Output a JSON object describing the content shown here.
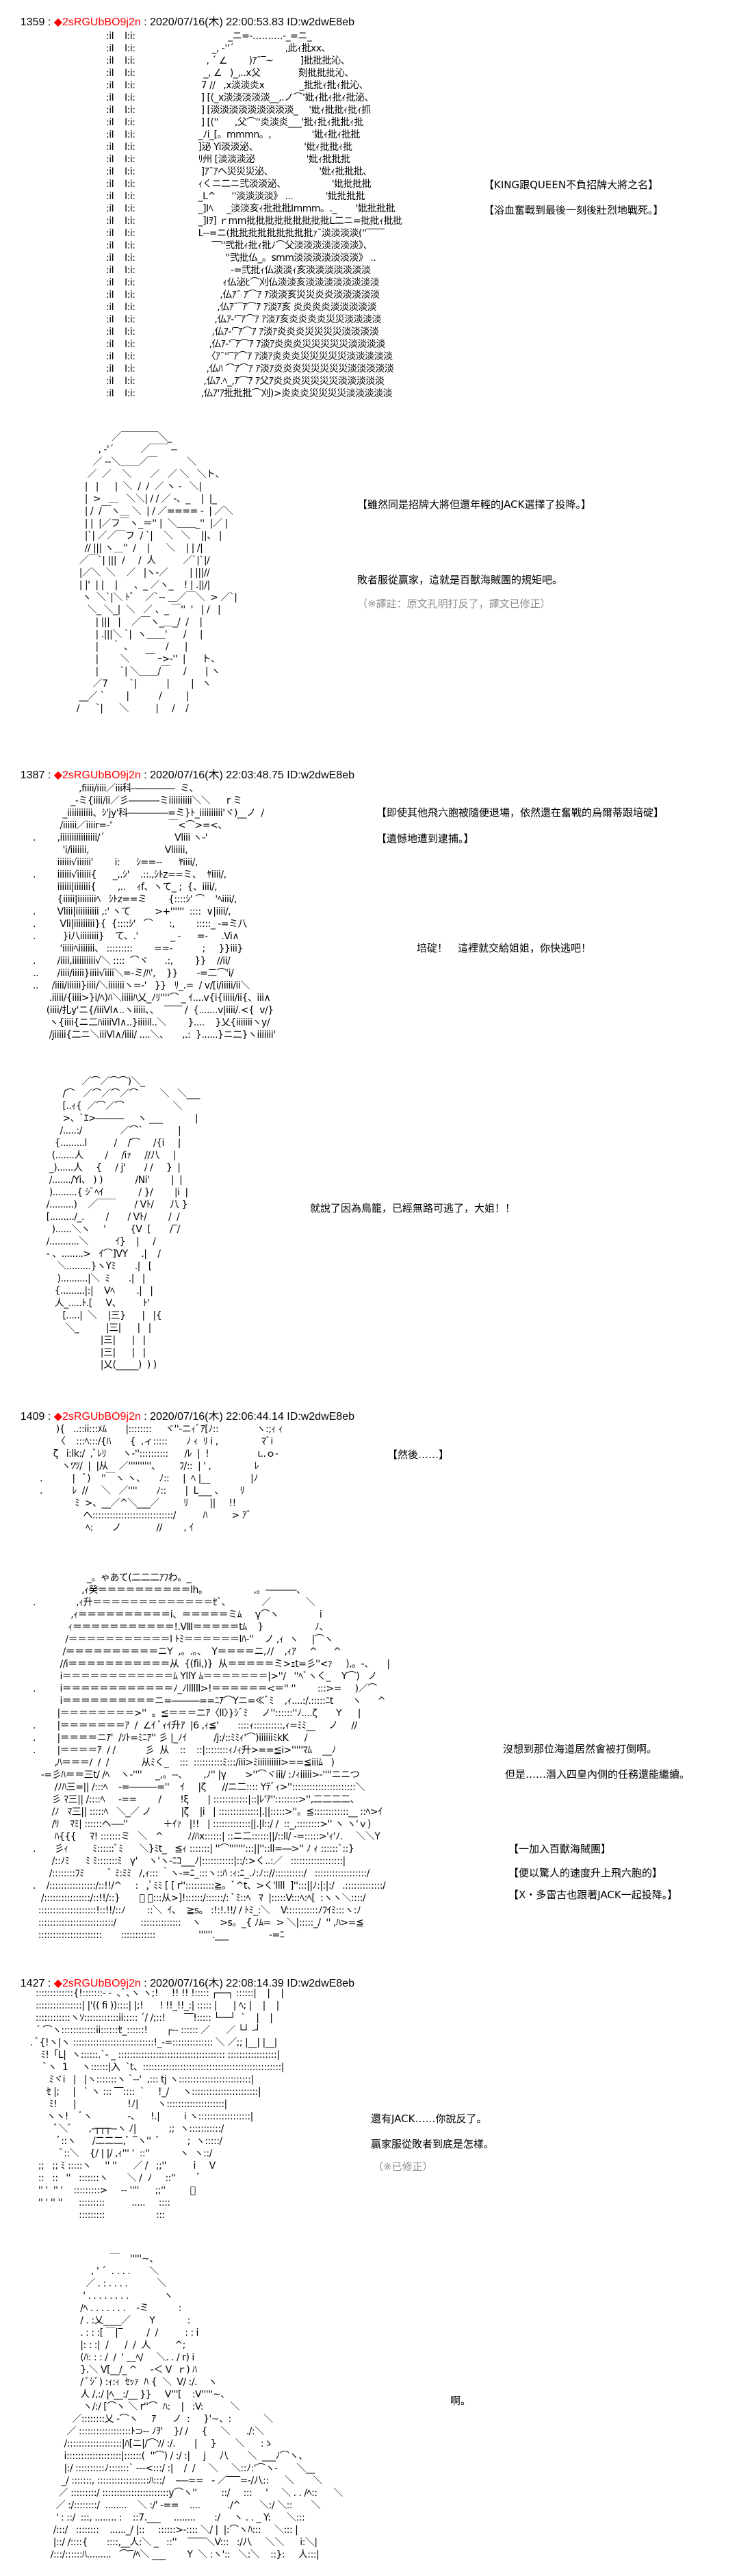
{
  "colors": {
    "trip": "#ff0000",
    "note": "#8c8c8c",
    "text": "#000000",
    "background": "#ffffff"
  },
  "posts": [
    {
      "number": "1359",
      "sep1": " : ",
      "trip": "◆2sRGUbBO9j2n",
      "sep2": " : ",
      "date": "2020/07/16(木) 22:00:53.83",
      "sep3": " ",
      "id": "ID:w2dwE8eb",
      "column_art": [
        ":iI    I:i:",
        ":iI    I:i:",
        ":iI    I:i:",
        ":iI    I:i:",
        ":iI    I:i:",
        ":iI    I:i:",
        ":iI    I:i:",
        ":iI    I:i:",
        ":iI    I:i:",
        ":iI    I:i:",
        ":iI    I:i:",
        ":iI    I:i:",
        ":iI    I:i:",
        ":iI    I:i:",
        ":iI    I:i:",
        ":iI    I:i:",
        ":iI    I:i:",
        ":iI    I:i:",
        ":iI    I:i:",
        ":iI    I:i:",
        ":iI    I:i:",
        ":iI    I:i:",
        ":iI    I:i:",
        ":iI    I:i:",
        ":iI    I:i:",
        ":iI    I:i:",
        ":iI    I:i:",
        ":iI    I:i:",
        ":iI    I:i:",
        ":iI    I:i:"
      ],
      "art_1": [
        "                  _ニ=-‥‥‥‥‥-_=ニ_",
        "            _, -''´                   ,此ｨ批xx、",
        "          , ´ ∠        )ｱ¯‾~          ]批批批沁、",
        "         _, ∠   )_,..x父              刻批批批沁、",
        "        7 //   ,x淡淡炎x             _批批ｨ批ｨ批沁、",
        "        ] [(_x淡淡淡淡淡__,.ノ⌒'妣ｨ批ｨ批ｨ批泌、",
        "        ] [淡淡淡淡淡淡淡淡淡_    '妣ｨ批批ｨ批ｨ抓",
        "        ] [(''      ,父⌒''炎淡炎___'批ｨ批ｨ批批ｨ批",
        "       _ﾉi_[。mmmn。,               '妣ｨ批ｨ批批",
        "       ]泌 Yi淡淡泌、                 '妣ｨ批批ｨ批",
        "       ﾘ州 [淡淡淡泌                   '妣ｨ批批批",
        "        ]ｱ¯ｱヘ災災災泌、                 '妣ｨ批批批、",
        "       ｨくニ二ニ弐淡淡泌、                 '妣批批批",
        "       _L^      ''淡淡淡淡》 ...            '妣批批批",
        "       _]Iﾍ     _淡淡亥ｨ批批批Immm。._       '妣批批批",
        "       _]Iｦ] ｒmm批批批批批批批批批L二ニ=批批ｨ批批",
        "       L--=ニ(批批批批批批批批批ｧ¯淡淡淡淡(''‾‾‾‾",
        "            ‾‾''弐批ｨ批ｨ批ﾉ⌒父淡淡淡淡淡淡淡》、",
        "                 ''弐批仏_。smm淡淡淡淡淡淡淡》 ..",
        "                   -=弐批ｨ仏淡淡ｨ亥淡淡淡淡淡淡淡",
        "                ｨ仏泌ﾋ⌒刈仏淡淡亥淡淡淡淡淡淡淡淡",
        "               ,仏ｱ¯ ｱ⌒ｱ ｱ淡淡亥災災炎炎淡淡淡淡淡",
        "              ,仏ｱ¯‾ｱ⌒ｱ ｱ淡ｱ亥 炎炎炎炎淡淡淡淡淡",
        "             ,仏ｱ-'‾ｱ⌒ｱ ｱ淡ｱ亥炎炎炎炎災災淡淡淡淡",
        "            ,仏ｱ-'‾ｱ⌒ｱ ｱ淡ｱ炎炎炎災災災災淡淡淡淡",
        "           ,仏ｱ-'‾ｱ⌒ｱ ｱ淡ｱ炎炎炎災災災災災淡淡淡淡",
        "          〈ｱ¯''‾ｱ⌒ｱ ｱ淡ｱ炎炎炎災災災災災淡淡淡淡淡",
        "          ,仏ﾊ ⌒ｱ⌒ｱ ｱ淡ｱ炎炎炎災災災災災淡淡淡淡淡",
        "         ,仏ｱ.ﾍ_,ｱ⌒ｱ ｱ父ｱ炎炎炎災災災災淡淡淡淡淡",
        "        ,仏ｱ'ｱ批批批⌒刈)>炎炎炎災災災災淡淡淡淡淡"
      ],
      "caption_1": "【KING跟QUEEN不負招牌大將之名】",
      "caption_2": "【浴血奮戰到最後一刻後壯烈地戰死。】",
      "art_2": [
        "                ／￣￣￣￣＼_",
        "           , -'´          ／￣￣ ‐-",
        "         ／ ‐-＼＿＿／￣           ＼",
        "       ／  ／    ＼       ／   ／ ＼   ＼ト、",
        "      |   |      |  ＼  /  /  ／ ヽ ‐   ＼|",
        "      |  >   ＿   ＼＼| / / ／ ‐、_    |  |_",
        "      | /  /￣ヽ＿ ＼  | / ／==== ‐  | ／＼",
        "      | |  |／フ￣ヽ_＝'' |  ＼＿＿_''  |／ |",
        "      |`| ／／￣フ  / `|    ＼   ＼    ||、 |",
        "      // ||| ヽ＿''  /    |      ＼    | | /|",
        "    ／￣`| |||  /     /  人          ／`|`|/",
        "    |／＼  ＼    ／   |ヽ-／        | |||//",
        "    | |'  | |    |      、_ ／ヽ_    ! | .||/|",
        "     ヽ  ＼`|＼ ﾄﾞ    ／`‐- ＿／￣＼  > ／`|",
        "       ＼_ ＼_|  ＼   ／ 、_ ￣''  '   | /   |",
        "          | |||   |    ／￣ヽ_＿_/  /    |",
        "          | .|||＼ `|  ヽ＿＿'      /     |",
        "          |     ｀ 、            /      |",
        "          |        ＼      ￣ ｰ>-''  |      ト、",
        "          |        `| ＼＿＿/￣     /       | ヽ",
        "         ／7        `|           |        |   ヽ",
        "    __／ `        |           /         |",
        "   /      `|      ＼          |     /    /"
      ],
      "caption_3": "【雖然同是招牌大將但還年輕的JACK選擇了投降。】",
      "line_1": "敗者服從贏家，這就是百獸海賊團的規矩吧。",
      "note_1": "（※譯註：原文孔明打反了，譯文已修正）"
    },
    {
      "number": "1387",
      "sep1": " : ",
      "trip": "◆2sRGUbBO9j2n",
      "sep2": " : ",
      "date": "2020/07/16(木) 22:03:48.75",
      "sep3": " ",
      "id": "ID:w2dwE8eb",
      "art_1": [
        "                 ,fiiii/iiii／iii科-‐――――  ミ、",
        "              _‐ミ{iiii/ii／彡―――‐ミiiiiiiiiii＼＼      r ミ",
        "           _iiiiiiiiiii、ｼ'jy'科‐――――=ミ}ﾄ_iiiiiiiiii'ヾ)__ノ  /",
        "          /iiiiii／iiiir=‐'                     ￣<⌒>=<、",
        ".        ,iiiiiiiiiiiiiiii/´                          Vliii ヽ‐'",
        "           'i/iiiiiii,                            Vliiiii,",
        "         iiiiii√iiiiii'        i:      ｼ==‐‐      ﾔiiii/,",
        ".        iiiiii√iiiiii{      _,.ｼ'    .::.,ｼﾄz==ミ、  ﾔiiii/,",
        "         iiiiii|iiiiiii{        ,..    ｨf、ヽて_ ;  {、iiii/,",
        "         {iiiii|iiiiiiiiﾍ   ｼﾄz==ミ        {::::ｼ' ⌒    'ﾍiiii/,",
        ".        Vliii|iiiiiiiiii ,:' ヽて         >+''''''  ::::  ∨|iiii/,",
        ".         Vli|iiiiiiiii}{  {::::ｼ'   ⌒      :,        :::::_ ‐=ミ八",
        ".          }i八iiiiiiii}    て、.'            _ ‐      =‐     .Vi∧",
        "          'iiiiiﾍiiiiiii、 :::::::::        ==‐           ;     }}iii}",
        ".        /iiii,iiiiiiiiii√＼ ::::  ⌒ヾ      .:,        }}    //ii/",
        "..       /iiii/iiiii}iiii√iiii＼=‐ミ/ﾊ',    }}       -=二⌒'i/",
        "..     /iiii/iiiiii}iiii/＼iiiiiiiヽ=‐'   }}   ﾘ_.=  / v/[i/iiiii/ii＼",
        "      .iiiii/{iiii>}i/ﾍ)ﾊ＼iiiiiﾊ乂_ﾉﾘ''''⌒ _ ｲ....v{i{iiiii/ii{、iii∧",
        "     (iiii/扎y'ニ{/iiiVl∧..ヽiiiii、、  ‾‾‾‾ /  {.......v|iiii/.<{  v/}",
        "      ヽ{iiii{ニ二ﾊiiiiVl∧..}iiiiil..＼        }....    }乂{iiiiiiiヽy/",
        "      /jiiiii{二ニ＼iiiVl∧/iiii/ ....＼、     ,.:  }......}ニ二}ヽiiiiiii'"
      ],
      "caption_1": "【即使其他飛六胞被隨便退場，依然還在奮戰的烏爾蒂跟培碇】",
      "caption_2": "【遺憾地遭到逮捕。】",
      "line_1": "培碇！　這裡就交給姐姐，你快逃吧！",
      "art_2": [
        "                  ／⌒／⌒⌒)＼_",
        "           /⌒   ／⌒／⌒／⌒        ＼   ＼___",
        "           [..ｨ{  ／⌒／⌒                  ＼",
        "           >、`ｴ>―――     ヽ ___            |",
        "          /.....:/              ／⌒`             |",
        "        {.........l          /    /⌒     /{i     |",
        "       (.......人        /     /iｧ     //八     |",
        "      _)......人     {     / j'       / /     }  |",
        "      /......./Yi、 ) )            /Ni'        |  |",
        "      ).........{ ｼﾞﾍｲ             / }/        |i  |",
        "     /.........)    ／￣￣       / Vﾄ/      八 }",
        "     [........./_.        /       / Vﾄ/        /  /",
        "       )......＼ヽ     '         {V  [       /‾/",
        "     /...........＼          ｲ}    |     /",
        "     ‐ 、........>   ｲ⌒]VY     .|    /",
        "         ＼.........}ヽYﾐ       .|   [",
        "         )..........|＼  ﾐ       .|   |",
        "        {.........|:|    Vﾍ        .|   |",
        "        人_.....ﾄ.[     V、        ﾄ'",
        "           [.....|  ＼    |三}      |   |{",
        "            ＼_          |三|      |   |",
        "                         |三|      |   |",
        "                         |三|      |   |",
        "                         |乂(_____)  ) )"
      ],
      "line_2": "就說了因為鳥籠，已經無路可逃了，大姐！！"
    },
    {
      "number": "1409",
      "sep1": " : ",
      "trip": "◆2sRGUbBO9j2n",
      "sep2": " : ",
      "date": "2020/07/16(木) 22:06:44.14",
      "sep3": " ",
      "id": "ID:w2dwE8eb",
      "art_1": [
        "      ){   ..::ii:::ﾒﾑ       |::::::::     ヾ''‐ニｨﾞｱ[ﾉ::              ヽ:;ｨ ｨ",
        "      〈    :::ﾍ:::/{ﾊ       {  ,ィ:::::       ﾉ ｨ  ﾘ i ,                ﾏﾞi",
        "     ζ   i:lk:/  ,ﾞﾚﾘ      ヽ‐''::::::::::      /ﾚ  |  !                  ι..ｏ‐",
        "        ヽﾂﾂ/  |  |从    ／''''''''''、       ﾌ/::  | ' ,                ﾚ",
        ".           |   ﾞ)    ''￣ヽ ヽ、     ﾉ::     |  ﾍ |__               |ﾉ",
        ".           ﾚ  //     ＼   ／''''       ﾉ::       |  L___ 、      ﾘ",
        "             ﾐ  >、__／^＼___／         ﾘ        ||     !!",
        "                ヘ::::::::::::::::::::::::::::/          ﾊ         > ｱﾞ",
        "                 ﾍ:       ノ             //        , ｲ"
      ],
      "caption_1": "【然後……】",
      "art_2": [
        "                    _。ゃあて(二二二ｱﾌわ。_",
        "                  ,ｨ癸＝＝＝＝＝＝＝＝＝＝lh。                 ,。-―――、",
        ".               ,ｨ升＝＝＝＝＝＝＝＝＝＝＝＝＝ｾﾞ､             ／             ＼",
        "              ,ｨ＝＝＝＝＝＝＝＝＝＝i、＝＝＝＝＝ミﾑ     γ⌒ヽ               i",
        "             ｨ＝＝＝＝＝＝＝＝＝＝＝!.VⅢ＝＝＝＝＝tﾑ    }                   ﾉ、",
        "            /＝＝＝＝＝＝＝＝＝＝＝l ﾄﾐ＝＝＝＝＝＝lﾊ‐''    ノ ,ｨ  ヽ     |⌒ヽ",
        "           /＝＝＝＝＝＝＝＝＝＝ニY  ,。.。、  Y＝＝＝＝ニ,ﾉ/    ,ｨｱ     ^      ^",
        "          //i＝＝＝＝＝＝＝＝＝＝＝从  {(fii,)}  从＝＝＝＝＝ミ>ｪt=彡''<ｧ     ),。-、     |",
        "          i＝＝＝＝＝＝＝＝＝＝＝＝ﾑ YllY ﾑ＝＝＝＝＝＝＝|>''/   ''ﾍﾞヽく_    Y⌒)   ノ",
        ".         i＝＝＝＝＝＝＝＝＝＝＝＝ﾉ_ﾉllllll>!＝＝＝＝＝＝<＝'' ''        :::>=     )／⌒",
        "          i＝＝＝＝＝＝＝＝＝＝ニ=―――==ﾆｱ⌒Yニ=≪ﾞﾐ    ,ｨ....:/.:::::ﾆt       ヽ      ^",
        "         |＝＝＝＝＝＝＝＝>''  。≦＝＝＝ニｱ〈ll〉}ｼﾞﾐ     ノ''::::::''ﾉ....ζ       Y      |",
        ".        |＝＝＝＝＝＝＝ｱ  /  ∠ｲ ﾞｨｲ升ｱ  |6 ,ｨ≦'       ::::ｨ::::::::::,ｨ=ﾐﾐ__     ノ     //",
        ".        |＝＝＝＝ニｱ'  /ｿﾄ=ﾐﾆｱ'' 彡 |_ﾉｲ          /j:/::ﾐﾐｨ'⌒)iiiiiiﾐkK      /",
        ".        |＝＝＝＝ｱ  / /           彡  从    ::    ::|::::::::ｨﾉｨ升>==≦i>'''''ﾏﾑ    __ﾉ",
        "        ,ﾊ＝＝＝/  /  /            从ﾐく_    :::  ::::::::::ﾐ:::/iii>ﾐiiiiiiiiii>==≦iiiﾑ   )",
        "   -=彡ﾊ＝＝三t/ /ﾍ    ヽ‐''''     _,。--、      ,ﾉ'' |γ       >''⌒ヾiii/ :ﾉｨiiiii>-''''ニニつ",
        "        /ﾉﾊ三=|| /:::ﾍ    -=―――=''    ｲ     |ζ      //ニ二:::: Yﾃﾞｨ>''::::::::::::::::::::::＼",
        "       彡 ﾏ三|| /::::ﾍ     -==        /       !ξ       | ::::::::::::|::|ﾚ'ｱ''::::::::>'',二二二二、",
        "       /ﾉ   ﾏ三|| :::::ﾍ   ＼_／ ノ           |ζ    |i   | ::::::::::::::|.||:::::>''。≦::::::::::::__ ::ﾍ>ｲ",
        "       /ﾘ    ﾏﾐ| ::::::ヘ‐―''             ＋ｲｧ   |!!   | :::::::::::::||.|l::/ /  ::_,::::::::>'' ヽ ヽ'ｖ)",
        "        ﾊ{{{     ﾏ! :::::::ミ   ＼   ^         ﾉ/ﾊx::::::| ::ニ二::::::||/::ll/ ‐=:::::>'ｨ'ﾉ.     ＼＼Y",
        ".       彡ｨ         ﾐ::::::ﾞﾐ      ＼}ﾐt_   ≦ｨ :::::::| ''⌒''''''':::||''::ll=―>'' ﾉ ｨ ::::::`::}",
        "       /::ﾉﾐ      ﾐ ﾐ:::::::ﾐ   γ'    ヽ'ヽ‐ﾆｺ___ﾉ|:::::::::::|::/:>く..:／   ::::::::::::::::::|",
        "      /::::::::ﾌﾐ         ﾞ ﾐ:ﾐﾐ   /,ｨ::: ｀ヽ‐=ﾆ_:::ヽ::ﾊ :ｨ:ﾆ_.ﾉ:ﾉ:://::::::::::/   ::::::::::::::::::/",
        ".    /::::::::::::::::/::!!/^     :   ,ﾟﾐﾐ [ [ r''::::::::::≧。ﾞ^t、>く'llll  ]'':::||ﾉ:|:|:/   .:::::::::::::/",
        "   /::::::::::::::::/::!!/::}       ﾞ 、:::从>]!::::::/::::::/: ﾞﾐ::ﾍ   ﾏ  |:::::V:::ﾍ:ﾍ[  :ヽヽ＼::::/",
        "  ::::::::::::::::::::!::!!/::ﾉ        ::＼  ｲ、  ≧s。 :!:!.!!/ / ﾄﾐ_:＼    V:::::::::::ﾉﾌｲﾐ:::ヽ:ﾉ",
        "  ::::::::::::::::::::::::::/         ::::::::::::::    ヽ       >s。_{ ﾉﾑ=  > ＼|:::::_/  '' ,ﾊ>=≦",
        "  ::::::::::::::::::::::       ::::::::::::                ''''''.___               ‐=ﾆ"
      ],
      "line_1": "沒想到那位海道居然會被打倒啊。",
      "line_2": "但是……潛入四皇內側的任務還能繼續。",
      "caption_2": "【一加入百獸海賊團】",
      "caption_3": "【便以驚人的速度升上飛六胞的】",
      "caption_4": "【X・多雷古也跟著JACK一起投降。】"
    },
    {
      "number": "1427",
      "sep1": " : ",
      "trip": "◆2sRGUbBO9j2n",
      "sep2": " : ",
      "date": "2020/07/16(木) 22:08:14.39",
      "sep3": " ",
      "id": "ID:w2dwE8eb",
      "art_1": [
        "  :::::::::::::{!:::::::- -  ､ﾞ､ヽ ヽ;!     !! !! !::::: ┌──┐ ::::::|    |    |",
        "  ::::::::::::::::| |'(( fi ))::::| |;!      ! !!_!!_:| ::::: |      | ﾍ; |    |    |",
        "  ::::::::::::ヽｿ::::::::::::ii::::: ´/ /;::!       ‾‾!::::: └──┘  `    |    |",
        "  ´ ⌒ヽ::::::::::::ii::::::ｾ_::::::!       ┌‐‐ :::::: ／      ／ └┘ ‐┘",
        ". ﾞ{!ヽ|ヽ ::::::::::::::::::::::::::::!_‐=:::::::::::::: ＼ ／;; |__| |__|",
        "    ﾐ!「L|  ヽ::::::.`‐ _ ::::::::::::::::::::::::::::::::::::: :::::::::::::::::|",
        "     ﾞヽ  1     ヽ::::::|入  `t、::::::::::::::::::::::::::::::::::::::::::::::::|",
        "       ﾐヾi   |   |ヽ:::::::ヽ `‐‐'  ,::: tj ヽ:::::::::::::::::::::::::|",
        "      ｾ |;     |   ` ヽ ::: ‾‾::::  `     !_/     ヽ:::::::::::::::::::::::|",
        "       ﾐ!      |                   !ﾉ|       ヽ::::::::::::::::::::|",
        "      ヽヽ!    ﾞヽ             ‐、    !.|         i ヽ::::::::::::::::::|",
        "         ﾞ＼ﾞ      ,-┬┬┬--ヽ ﾉ|            ;;  ヽ:::::::::::/",
        "          ﾞ::ヽ      /二二二,ﾞ ‾ヽ''  ﾞ          ;  ヽ:::::/",
        "           ﾞ::＼    {/ | |/ ,ｨ''' '  ::''           ヽ  ヽ::/",
        "   ;;   ;; ﾐ :::::ヽ     '' ''      ／ /   ;;''          i     V",
        "   ::   ::   ''   :::::::ヽ       ＼ /  ﾉ     ::''        ﾞ",
        "   '' '  '' '    :::::::::>     ‐- ''''      ;;''         ﾞ",
        "   '' ' '' ''      :::::::::          .....     ::::",
        "                  :::::::::                   :::"
      ],
      "line_1": "還有JACK……你說反了。",
      "line_2": "贏家服從敗者到底是怎樣。",
      "note_1": "（※已修正）",
      "art_2": [
        "                          ￣    '''''~、",
        "                   , ' ´  . . . .       ＼",
        "                 ／ . : . . . .           ＼",
        "                ' . . . . . . . .             ヽ",
        "               /ﾍ . . . . . . .    ‐ミ           :",
        "               / . :乂____／       Y            :",
        "               . : : :[ ￣|‾         /  /          : : i",
        "               |: : :|  /      /  /  人         ^;",
        "               (ﾊ: : : /  /  ' ＿ﾍ/     ＼. . / r) i",
        "               }.＼ V[__/_ ^     ‐＜ V  ｒ) ﾊ",
        "               / ﾞｼﾞ) :ｨ:ｨ  ｾｯｧ  ﾊ {  ＼  V/ :/.    ヽ",
        "               人 /,:/ |ﾍ__:/__ }}     V'''[    :V'''''~、",
        "                ヽ/:/ [⌒ヽ ＼ r''⌒  ﾊ:    |   :V:          ＼",
        "            ／::::::::乂 -⌒ヽ     ｱ      ノ  :     }'~、:            ＼",
        "          ／ ::::::::::::::::::ﾄ⊃-- ﾉｦ'    }/ /     {     ＼      ./:＼",
        "         /:::::::::::::::::::|ﾊ[ニ|/⌒ｿ/ :/.       |     }       ＼      :ゝ",
        "         i:::::::::::::::::::|::::::(  ''⌒) / :/ :|     j     八       ＼  ___ﾉ⌒ヽ、",
        "         |:/ ::::::::::ﾉ:::::::` ‐‐‐<:::/ :|    /  /     ＼     ＼::ﾉ:'⌒ヽ‐       ＼__",
        "        _/ :::::::, ::::::::::::::::::ﾊ:::/    -―==   ‐ ／‾‾‾=‐/八::      ＼       ＼",
        "       ／ :::::::::/ :::::::::::::::::::::::y⌒ヽ''         ::/     :::     '     ＼ . . /ﾍ::      ＼",
        "      ／ :/::::::::/  ........    ＼ :/' -==    ....          ./^       ＼:/ ＼::       ＼",
        "      ' : ::/  :::, ........ :    ::7.___     ........       :/     ヽ . . _ Y:      ＼:::",
        "     /:::/   ::::::::    ......_/ |::     ::::::>-:::: ＼/ |  |:⌒ヽﾊ:::     ＼::: |",
        "     |::/ /::::{       ::::,__人:＼ _   ::''    ‾‾‾‾＼V:::   :/八     ＼＼      i:＼|",
        "    /:::/::::::ﾊ.........   ⌒‾/ﾍ＼ ___        Y  ＼ :ヽ'::   ＼:＼    ::}:     人:::|"
      ],
      "line_3": "啊。"
    }
  ]
}
